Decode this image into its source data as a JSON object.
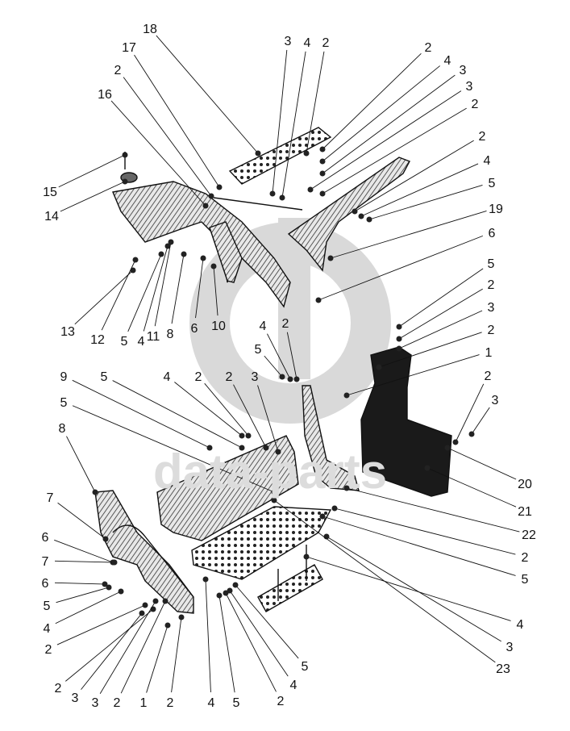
{
  "diagram": {
    "type": "exploded-parts-diagram",
    "watermark": "data-parts",
    "colors": {
      "ink": "#111111",
      "watermark": "#d9d9d9",
      "background": "#ffffff"
    },
    "callouts": [
      "18",
      "17",
      "2",
      "16",
      "3",
      "4",
      "2",
      "2",
      "4",
      "3",
      "3",
      "2",
      "2",
      "4",
      "5",
      "19",
      "6",
      "15",
      "14",
      "5",
      "2",
      "3",
      "2",
      "1",
      "13",
      "12",
      "5",
      "4",
      "11",
      "8",
      "6",
      "10",
      "4",
      "2",
      "5",
      "9",
      "5",
      "4",
      "2",
      "2",
      "3",
      "5",
      "2",
      "3",
      "8",
      "20",
      "21",
      "22",
      "2",
      "5",
      "4",
      "3",
      "23",
      "7",
      "6",
      "7",
      "6",
      "5",
      "4",
      "2",
      "2",
      "3",
      "3",
      "2",
      "1",
      "2",
      "4",
      "5",
      "2",
      "4",
      "5"
    ]
  }
}
